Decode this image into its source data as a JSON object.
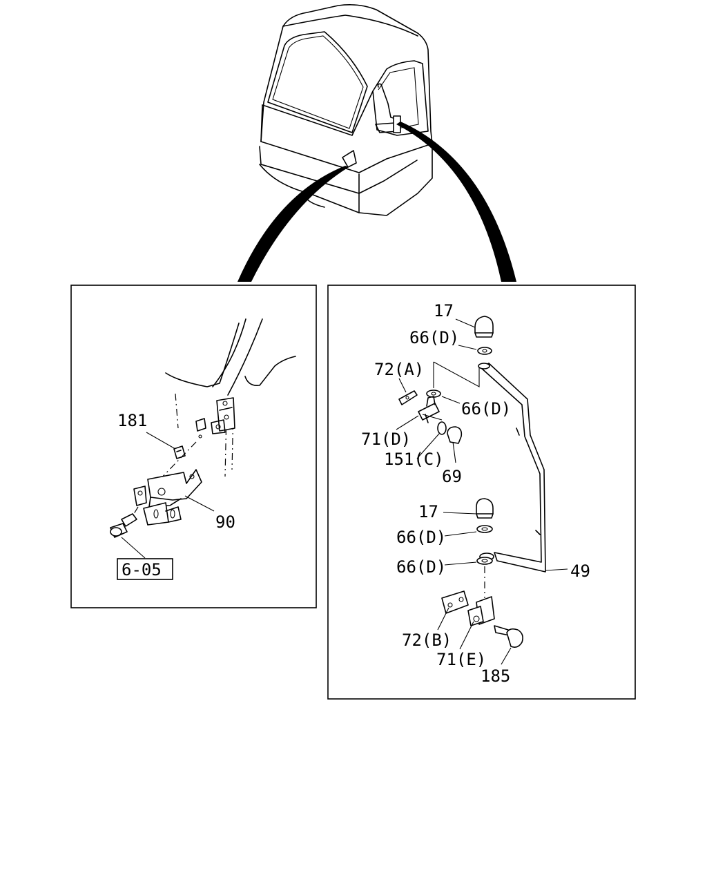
{
  "labels": {
    "l_17a": "17",
    "l_66a": "66(D)",
    "l_72a": "72(A)",
    "l_66b": "66(D)",
    "l_71d": "71(D)",
    "l_151c": "151(C)",
    "l_69": "69",
    "l_17b": "17",
    "l_66c": "66(D)",
    "l_66d": "66(D)",
    "l_49": "49",
    "l_72b": "72(B)",
    "l_71e": "71(E)",
    "l_185": "185",
    "l_181": "181",
    "l_90": "90",
    "l_605": "6-05"
  }
}
